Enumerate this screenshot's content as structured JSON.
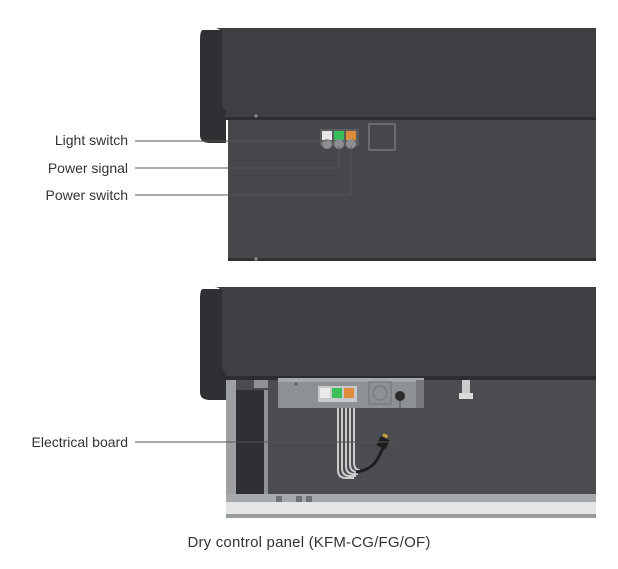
{
  "labels": {
    "light_switch": "Light switch",
    "power_signal": "Power signal",
    "power_switch": "Power switch",
    "electrical_board": "Electrical board"
  },
  "caption": "Dry control panel (KFM-CG/FG/OF)",
  "colors": {
    "cabinet_dark": "#3f4144",
    "cabinet_light": "#4a4c50",
    "steel": "#9a9d9f",
    "switch_white": "#e8e8e8",
    "switch_green": "#3bbf5a",
    "switch_orange": "#e08a3c",
    "leader_line": "#555555"
  }
}
